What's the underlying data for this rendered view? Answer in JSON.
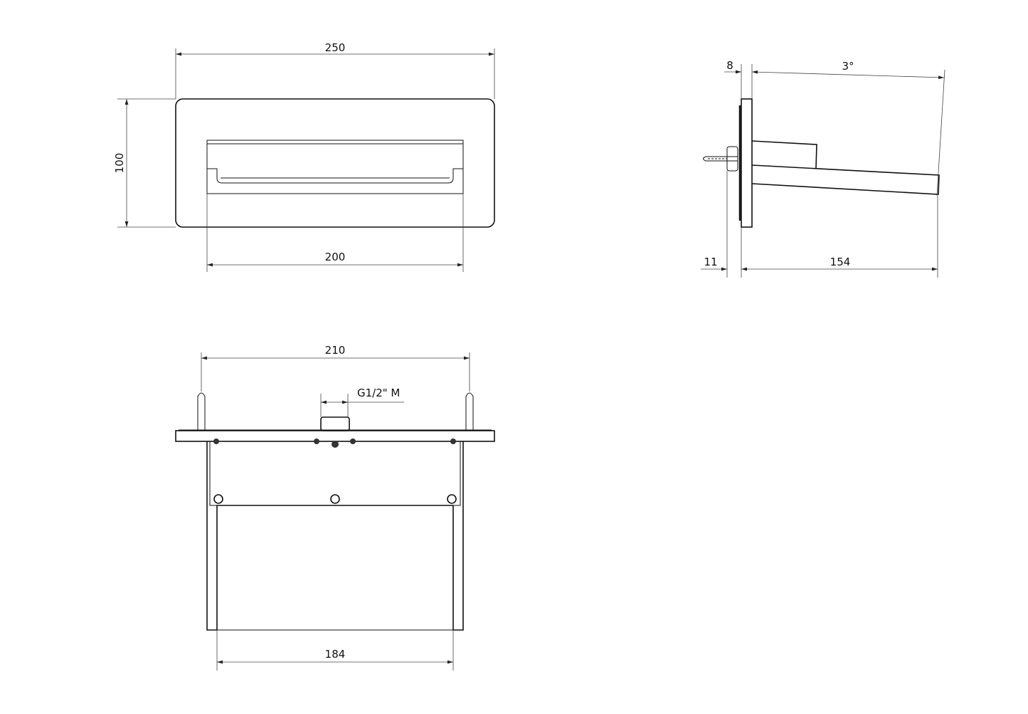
{
  "dimensions": {
    "front_width": "250",
    "front_height": "100",
    "front_inner_width": "200",
    "side_plate": "8",
    "side_angle": "3°",
    "side_nut": "11",
    "side_depth": "154",
    "top_anchor_span": "210",
    "top_thread": "G1/2\" M",
    "top_inner_width": "184"
  },
  "colors": {
    "line": "#111111",
    "dimension": "#444444",
    "background": "#ffffff"
  }
}
